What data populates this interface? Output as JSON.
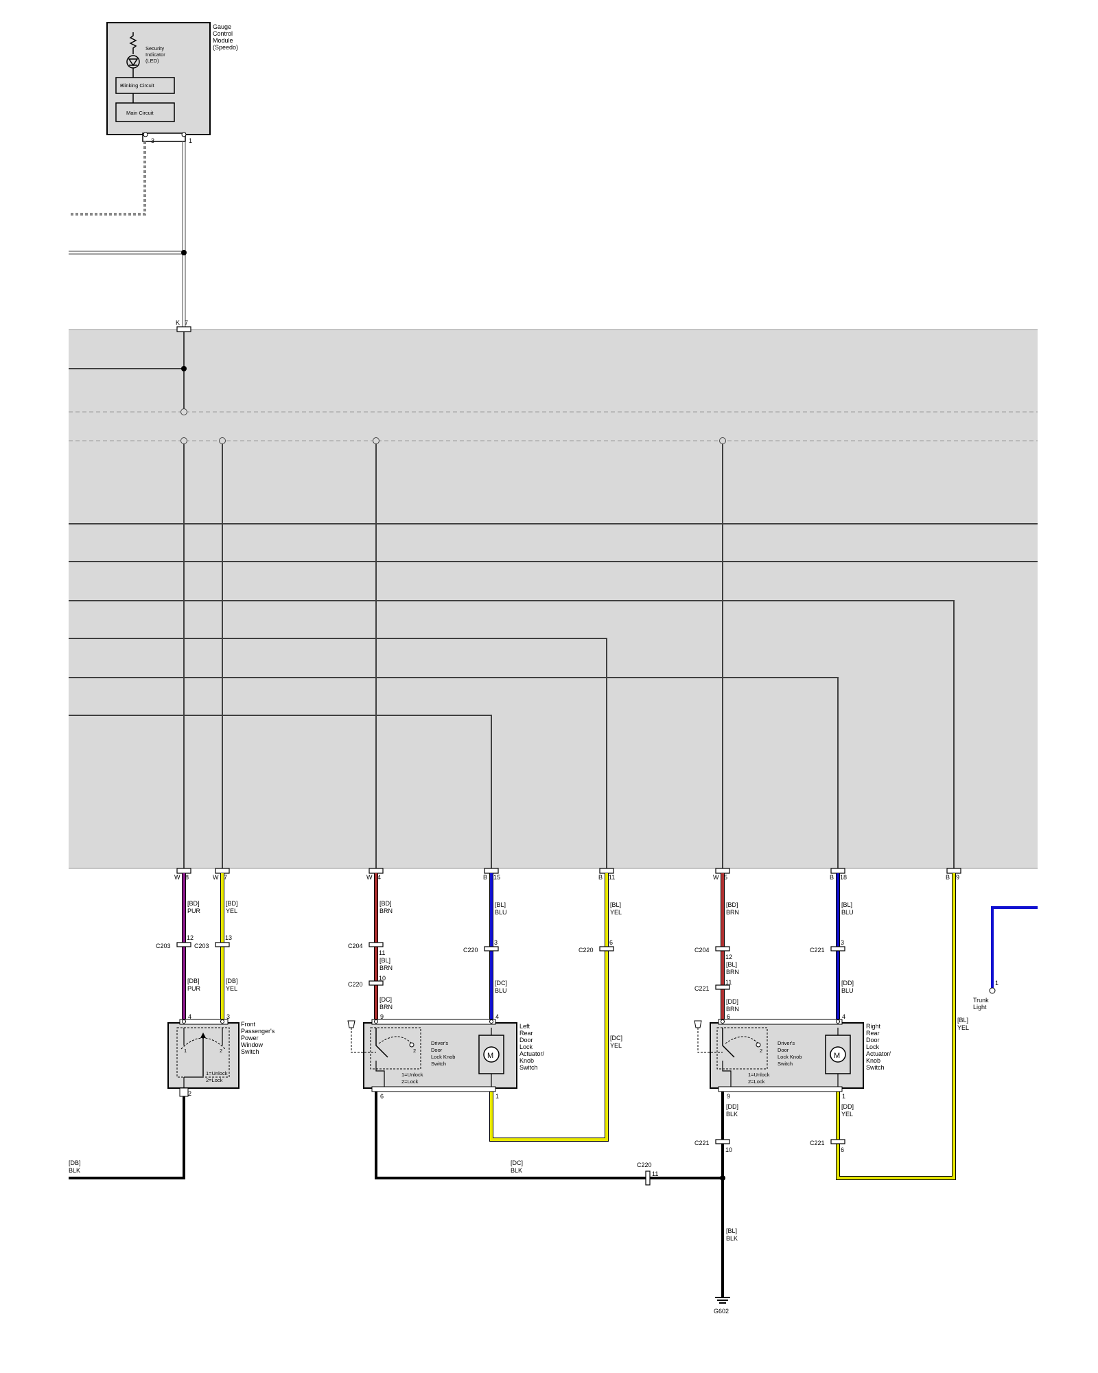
{
  "gauge_module": {
    "name_lines": [
      "Gauge",
      "Control",
      "Module",
      "(Speedo)"
    ],
    "led_lines": [
      "Security",
      "Indicator",
      "(LED)"
    ],
    "blinking": "Blinking Circuit",
    "main": "Main Circuit",
    "pin_left": "3",
    "pin_right": "1"
  },
  "top_connector": {
    "letter": "K",
    "pin": "7"
  },
  "bottom_connectors": [
    {
      "letter": "W",
      "pin": "8"
    },
    {
      "letter": "W",
      "pin": "7"
    },
    {
      "letter": "W",
      "pin": "4"
    },
    {
      "letter": "B",
      "pin": "15"
    },
    {
      "letter": "B",
      "pin": "11"
    },
    {
      "letter": "W",
      "pin": "5"
    },
    {
      "letter": "B",
      "pin": "18"
    },
    {
      "letter": "B",
      "pin": "9"
    }
  ],
  "wire_labels": [
    {
      "lines": [
        "[BD]",
        "PUR"
      ]
    },
    {
      "lines": [
        "[BD]",
        "YEL"
      ]
    },
    {
      "lines": [
        "[BD]",
        "BRN"
      ]
    },
    {
      "lines": [
        "[BL]",
        "BLU"
      ]
    },
    {
      "lines": [
        "[BL]",
        "YEL"
      ]
    },
    {
      "lines": [
        "[BD]",
        "BRN"
      ]
    },
    {
      "lines": [
        "[BL]",
        "BLU"
      ]
    },
    {
      "lines": [
        "[DB]",
        "PUR"
      ]
    },
    {
      "lines": [
        "[DB]",
        "YEL"
      ]
    },
    {
      "lines": [
        "[BL]",
        "BRN"
      ]
    },
    {
      "lines": [
        "[DC]",
        "BRN"
      ]
    },
    {
      "lines": [
        "[DC]",
        "BLU"
      ]
    },
    {
      "lines": [
        "[BL]",
        "BRN"
      ]
    },
    {
      "lines": [
        "[DD]",
        "BRN"
      ]
    },
    {
      "lines": [
        "[DD]",
        "BLU"
      ]
    },
    {
      "lines": [
        "[DC]",
        "YEL"
      ]
    },
    {
      "lines": [
        "[BL]",
        "YEL"
      ]
    },
    {
      "lines": [
        "[DD]",
        "BLK"
      ]
    },
    {
      "lines": [
        "[DD]",
        "YEL"
      ]
    },
    {
      "lines": [
        "[DB]",
        "BLK"
      ]
    },
    {
      "lines": [
        "[DC]",
        "BLK"
      ]
    },
    {
      "lines": [
        "[BL]",
        "BLK"
      ]
    }
  ],
  "inline_connectors": [
    {
      "name": "C203",
      "pin": "12"
    },
    {
      "name": "C203",
      "pin": "13"
    },
    {
      "name": "C204",
      "pin": "11"
    },
    {
      "name": "C220",
      "pin": "10"
    },
    {
      "name": "C220",
      "pin": "3"
    },
    {
      "name": "C220",
      "pin": "6"
    },
    {
      "name": "C204",
      "pin": "12"
    },
    {
      "name": "C221",
      "pin": "11"
    },
    {
      "name": "C221",
      "pin": "3"
    },
    {
      "name": "C221",
      "pin": "10"
    },
    {
      "name": "C221",
      "pin": "6"
    },
    {
      "name": "C220",
      "pin": "11"
    }
  ],
  "components": {
    "front_pass": {
      "name_lines": [
        "Front",
        "Passenger's",
        "Power",
        "Window",
        "Switch"
      ],
      "pins": [
        "4",
        "3",
        "2"
      ],
      "legend_lines": [
        "1=Unlock",
        "2=Lock"
      ]
    },
    "left_rear": {
      "name_lines": [
        "Left",
        "Rear",
        "Door",
        "Lock",
        "Actuator/",
        "Knob",
        "Switch"
      ],
      "pins": [
        "9",
        "4",
        "6",
        "1"
      ],
      "switch_lines": [
        "Driver's",
        "Door",
        "Lock Knob",
        "Switch"
      ],
      "legend_lines": [
        "1=Unlock",
        "2=Lock"
      ]
    },
    "right_rear": {
      "name_lines": [
        "Right",
        "Rear",
        "Door",
        "Lock",
        "Actuator/",
        "Knob",
        "Switch"
      ],
      "pins": [
        "6",
        "4",
        "9",
        "1"
      ],
      "switch_lines": [
        "Driver's",
        "Door",
        "Lock Knob",
        "Switch"
      ],
      "legend_lines": [
        "1=Unlock",
        "2=Lock"
      ]
    },
    "trunk_light": {
      "name_lines": [
        "Trunk",
        "Light"
      ],
      "pin": "1"
    }
  },
  "switch_positions": [
    "1",
    "2"
  ],
  "motor_symbol": "M",
  "ground": "G602",
  "colors": {
    "purple": "#8B1A8B",
    "yellow": "#E8E800",
    "brown": "#B03030",
    "blue": "#1010D0",
    "black": "#000000",
    "gray_fill": "#D9D9D9",
    "wire_gray": "#404040"
  }
}
